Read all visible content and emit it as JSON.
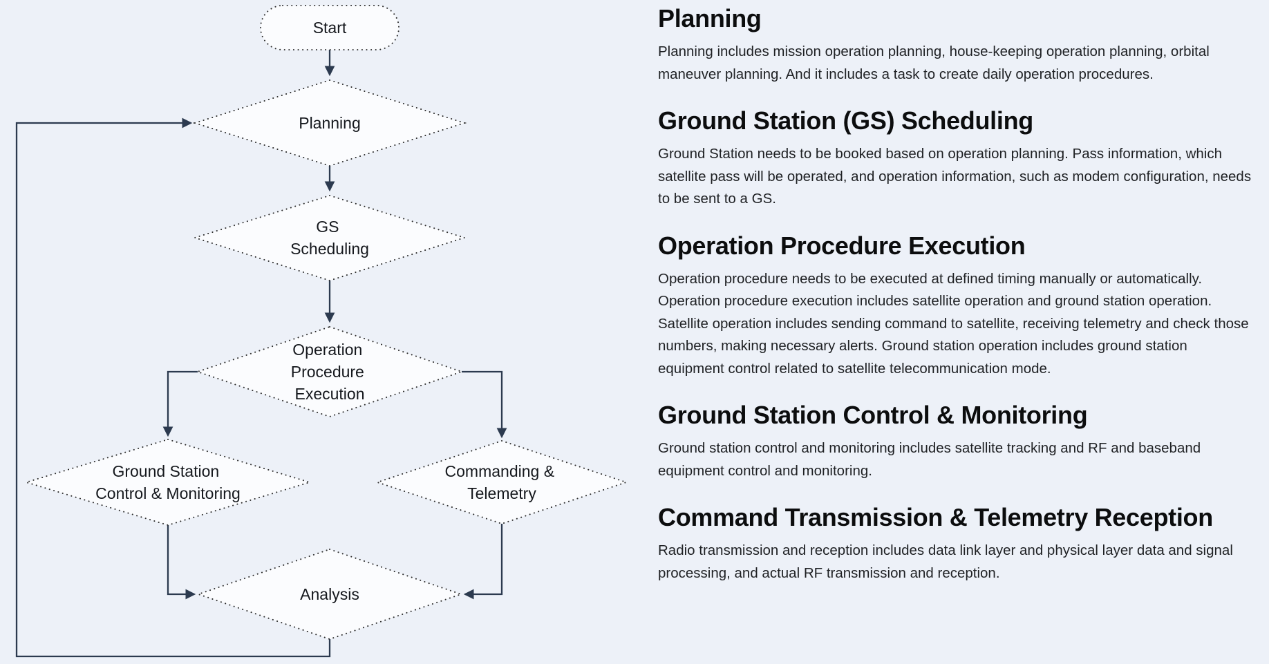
{
  "page": {
    "background_color": "#edf1f8",
    "node_fill_color": "#fbfcfe",
    "node_border_color": "#2e2e2e",
    "arrow_color": "#2c3a4f",
    "text_color": "#1f2124"
  },
  "flowchart": {
    "nodes": [
      {
        "id": "start",
        "type": "stadium",
        "label": "Start"
      },
      {
        "id": "planning",
        "type": "diamond",
        "label": "Planning"
      },
      {
        "id": "gs-scheduling",
        "type": "diamond",
        "lines": [
          "GS",
          "Scheduling"
        ]
      },
      {
        "id": "operation-procedure-execution",
        "type": "diamond",
        "lines": [
          "Operation",
          "Procedure",
          "Execution"
        ]
      },
      {
        "id": "ground-station-control-monitoring",
        "type": "diamond",
        "lines": [
          "Ground Station",
          "Control & Monitoring"
        ]
      },
      {
        "id": "commanding-telemetry",
        "type": "diamond",
        "lines": [
          "Commanding &",
          "Telemetry"
        ]
      },
      {
        "id": "analysis",
        "type": "diamond",
        "label": "Analysis"
      }
    ],
    "edges": [
      {
        "from": "start",
        "to": "planning"
      },
      {
        "from": "planning",
        "to": "gs-scheduling"
      },
      {
        "from": "gs-scheduling",
        "to": "operation-procedure-execution"
      },
      {
        "from": "operation-procedure-execution",
        "to": "ground-station-control-monitoring"
      },
      {
        "from": "operation-procedure-execution",
        "to": "commanding-telemetry"
      },
      {
        "from": "ground-station-control-monitoring",
        "to": "analysis"
      },
      {
        "from": "commanding-telemetry",
        "to": "analysis"
      },
      {
        "from": "analysis",
        "to": "planning"
      }
    ]
  },
  "sections": [
    {
      "heading": "Planning",
      "body": "Planning includes mission operation planning, house-keeping operation planning, orbital maneuver planning. And it includes a task to create daily operation procedures."
    },
    {
      "heading": "Ground Station (GS) Scheduling",
      "body": "Ground Station needs to be booked based on operation planning. Pass information, which satellite pass will be operated, and operation information, such as modem configuration, needs to be sent to a GS."
    },
    {
      "heading": "Operation Procedure Execution",
      "body": "Operation procedure needs to be executed at defined timing manually or automatically. Operation procedure execution includes satellite operation and ground station operation. Satellite operation includes sending command to satellite, receiving telemetry and check those numbers, making necessary alerts. Ground station operation includes ground station equipment control related to satellite telecommunication mode."
    },
    {
      "heading": "Ground Station Control & Monitoring",
      "body": "Ground station control  and monitoring includes satellite tracking and RF and baseband equipment control and monitoring."
    },
    {
      "heading": "Command Transmission & Telemetry Reception",
      "body": "Radio transmission and reception includes data link layer and physical layer data and signal processing, and actual RF transmission and reception."
    }
  ]
}
